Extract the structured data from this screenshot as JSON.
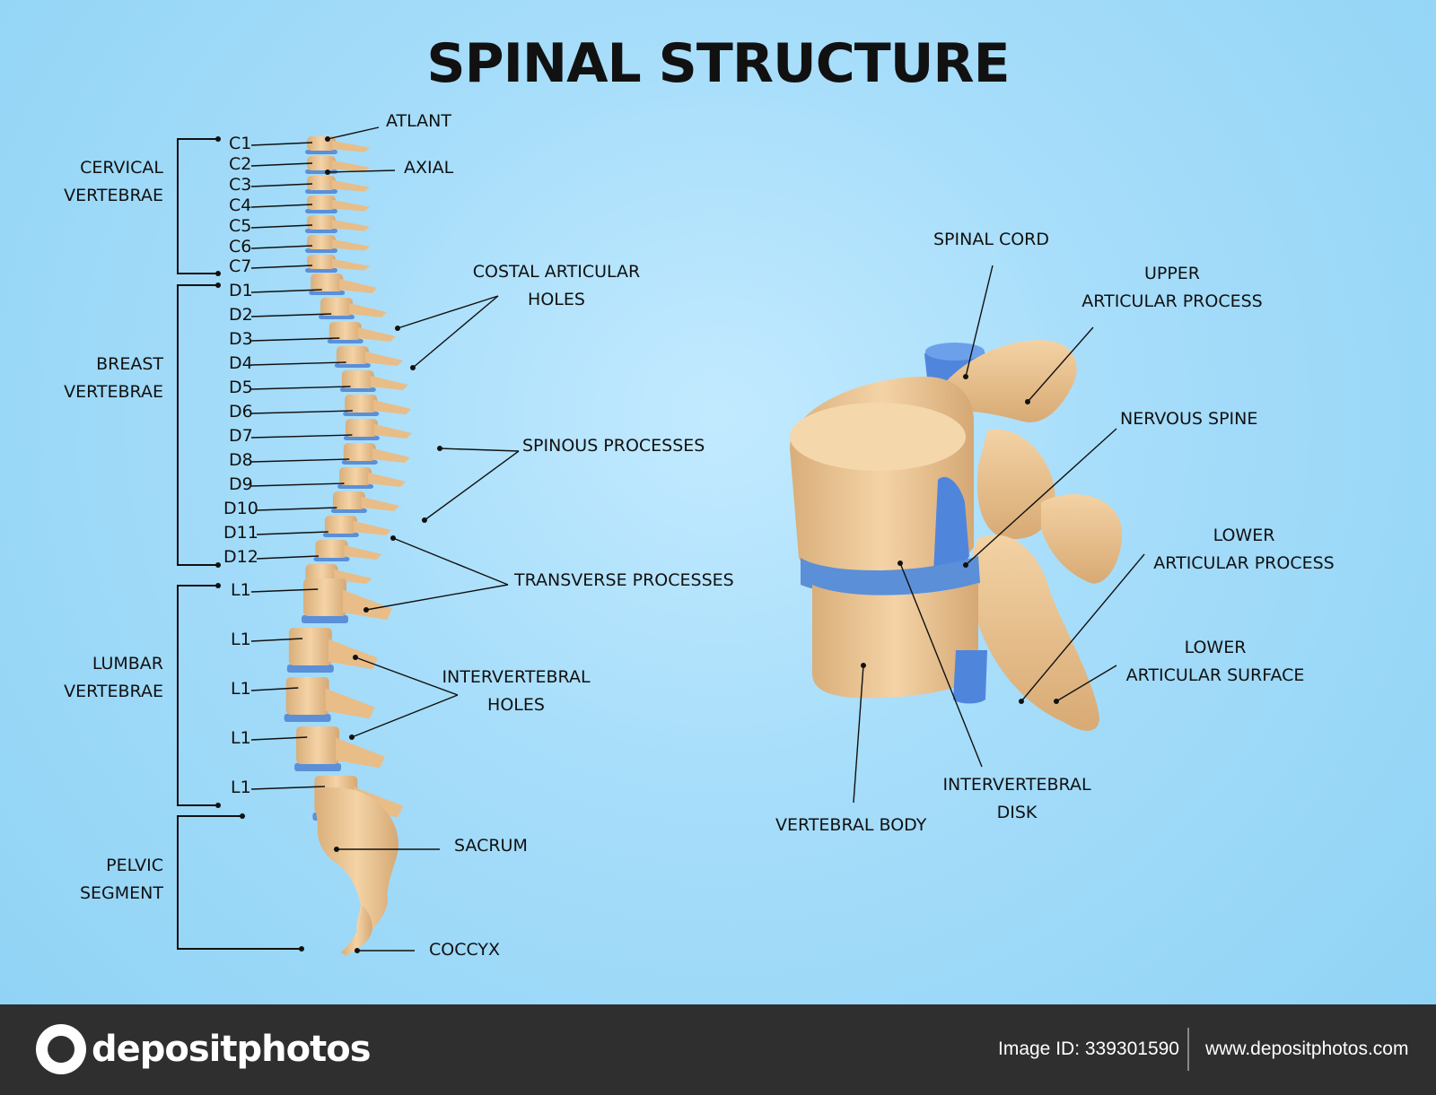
{
  "title": "SPINAL STRUCTURE",
  "segments": {
    "cervical": [
      "CERVICAL",
      "VERTEBRAE"
    ],
    "breast": [
      "BREAST",
      "VERTEBRAE"
    ],
    "lumbar": [
      "LUMBAR",
      "VERTEBRAE"
    ],
    "pelvic": [
      "PELVIC",
      "SEGMENT"
    ]
  },
  "vertebrae": {
    "cervical": [
      "C1",
      "C2",
      "C3",
      "C4",
      "C5",
      "C6",
      "C7"
    ],
    "breast": [
      "D1",
      "D2",
      "D3",
      "D4",
      "D5",
      "D6",
      "D7",
      "D8",
      "D9",
      "D10",
      "D11",
      "D12"
    ],
    "lumbar": [
      "L1",
      "L1",
      "L1",
      "L1",
      "L1"
    ]
  },
  "spine_labels": {
    "atlant": "ATLANT",
    "axial": "AXIAL",
    "costal": [
      "COSTAL ARTICULAR",
      "HOLES"
    ],
    "spinous": "SPINOUS PROCESSES",
    "transverse": "TRANSVERSE PROCESSES",
    "intervertebral_holes": [
      "INTERVERTEBRAL",
      "HOLES"
    ],
    "sacrum": "SACRUM",
    "coccyx": "COCCYX"
  },
  "vertebra_labels": {
    "spinal_cord": "SPINAL CORD",
    "upper_articular": [
      "UPPER",
      "ARTICULAR PROCESS"
    ],
    "nervous_spine": "NERVOUS SPINE",
    "lower_articular_process": [
      "LOWER",
      "ARTICULAR PROCESS"
    ],
    "lower_articular_surface": [
      "LOWER",
      "ARTICULAR SURFACE"
    ],
    "intervertebral_disk": [
      "INTERVERTEBRAL",
      "DISK"
    ],
    "vertebral_body": "VERTEBRAL BODY"
  },
  "footer": {
    "brand": "depositphotos",
    "image_id": "Image ID: 339301590",
    "site": "www.depositphotos.com"
  },
  "colors": {
    "background": "#a6ddfa",
    "bone": "#efc794",
    "disc": "#5b8fd8",
    "footer": "#2f2f2f"
  }
}
